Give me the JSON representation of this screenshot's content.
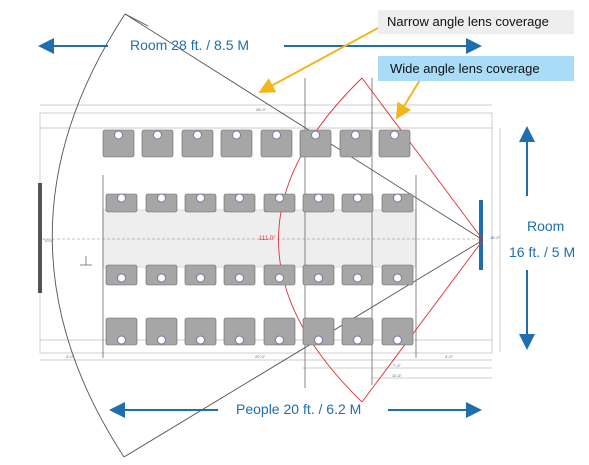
{
  "callouts": {
    "narrow": "Narrow angle lens coverage",
    "wide": "Wide angle lens coverage"
  },
  "dimensions": {
    "room_width": "Room 28 ft.  /  8.5 M",
    "people_width": "People 20 ft.  /  6.2 M",
    "room_label": "Room",
    "room_depth": "16 ft.  /  5 M"
  },
  "drawing": {
    "top_dim": "28'-0\"",
    "left_dim": "70.0\"",
    "right_dim": "16'-0\"",
    "table_dim": "20'-0\"",
    "bottom_left_dim": "4'-0\"",
    "bottom_right_dim": "4'-0\"",
    "seg_a": "7'-0\"",
    "seg_b": "11'-6\"",
    "wide_angle": "111.0°"
  },
  "colors": {
    "accent_blue": "#1f6eae",
    "wide_angle_red": "#e0303a",
    "callout_arrow": "#f2b61a",
    "chair": "#a6a6a6"
  }
}
